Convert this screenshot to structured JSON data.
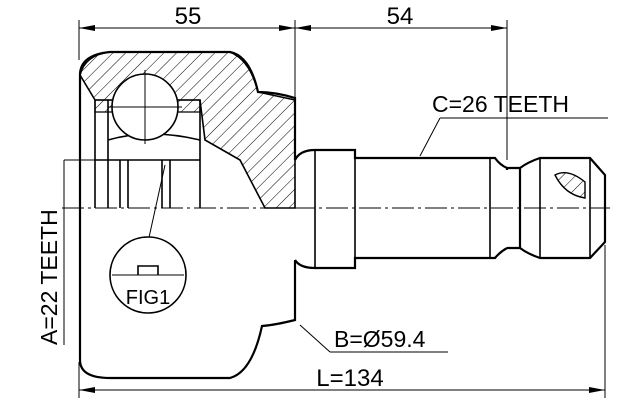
{
  "drawing": {
    "dim_top_left": "55",
    "dim_top_right": "54",
    "dim_total": "L=134",
    "label_outer_teeth": "C=26 TEETH",
    "label_inner_teeth": "A=22 TEETH",
    "label_diameter": "B=Ø59.4",
    "label_fig": "FIG1"
  }
}
